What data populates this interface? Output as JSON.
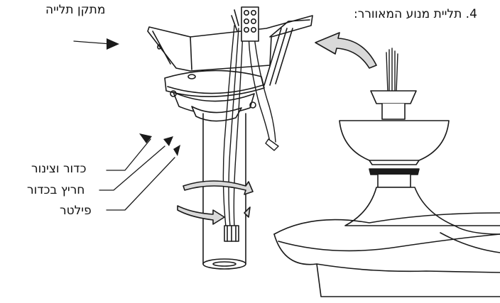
{
  "labels": {
    "hanging_bracket": "מתקן תלייה",
    "step_title": "4. תליית מנוע המאוורר:",
    "ball_and_pipe": "כדור וצינור",
    "ball_groove": "חריץ בכדור",
    "filter": "פילטר"
  },
  "colors": {
    "line": "#1a1a1a",
    "arrow_fill": "#d9d9d9",
    "background": "#ffffff"
  }
}
